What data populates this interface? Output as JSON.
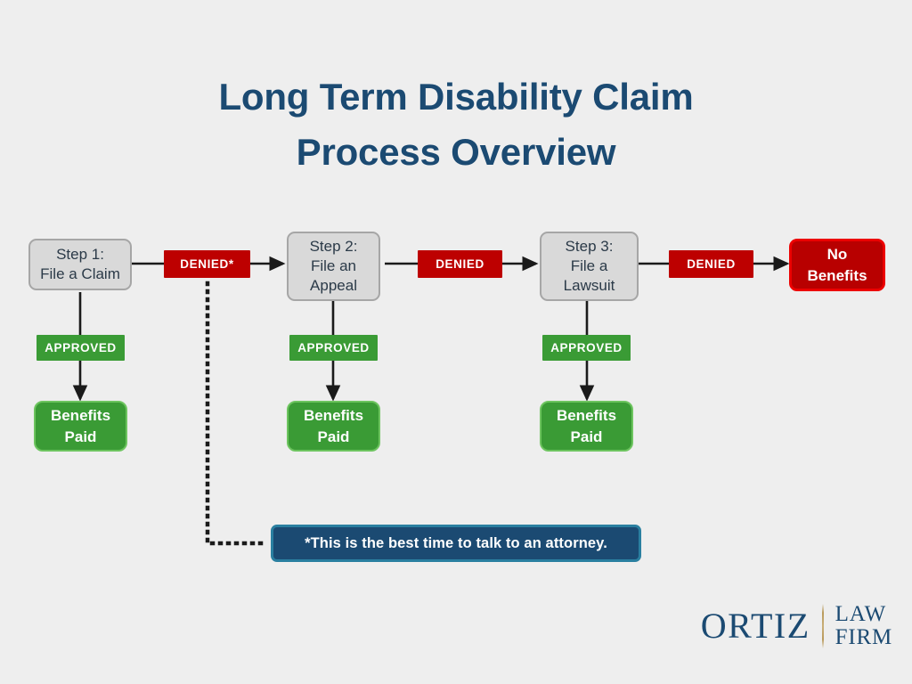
{
  "page": {
    "background_color": "#eeeeee",
    "title_lines": [
      "Long Term Disability Claim",
      "Process Overview"
    ],
    "title_color": "#1b4a72"
  },
  "colors": {
    "step_fill": "#d9d9d9",
    "step_border": "#a6a6a6",
    "denied_red": "#bd0000",
    "no_benefits_fill": "#b80000",
    "no_benefits_border": "#ec0000",
    "approved_green": "#3a9b35",
    "benefits_border": "#6dc45f",
    "callout_fill": "#1b4a72",
    "callout_border": "#2a7fa0",
    "connector": "#1a1a1a",
    "logo_navy": "#1b4a72",
    "logo_gold": "#c9ae78"
  },
  "flow": {
    "steps": [
      {
        "id": "step-1",
        "lines": [
          "Step 1:",
          "File a Claim"
        ],
        "denied_label": "DENIED*",
        "approved_label": "APPROVED",
        "outcome_lines": [
          "Benefits",
          "Paid"
        ]
      },
      {
        "id": "step-2",
        "lines": [
          "Step 2:",
          "File an",
          "Appeal"
        ],
        "denied_label": "DENIED",
        "approved_label": "APPROVED",
        "outcome_lines": [
          "Benefits",
          "Paid"
        ]
      },
      {
        "id": "step-3",
        "lines": [
          "Step 3:",
          "File a",
          "Lawsuit"
        ],
        "denied_label": "DENIED",
        "approved_label": "APPROVED",
        "outcome_lines": [
          "Benefits",
          "Paid"
        ]
      }
    ],
    "final_outcome": {
      "lines": [
        "No",
        "Benefits"
      ]
    },
    "callout": {
      "text": "*This is the best time to talk to an attorney."
    }
  },
  "logo": {
    "name": "ORTIZ",
    "sub_lines": [
      "LAW",
      "FIRM"
    ]
  }
}
